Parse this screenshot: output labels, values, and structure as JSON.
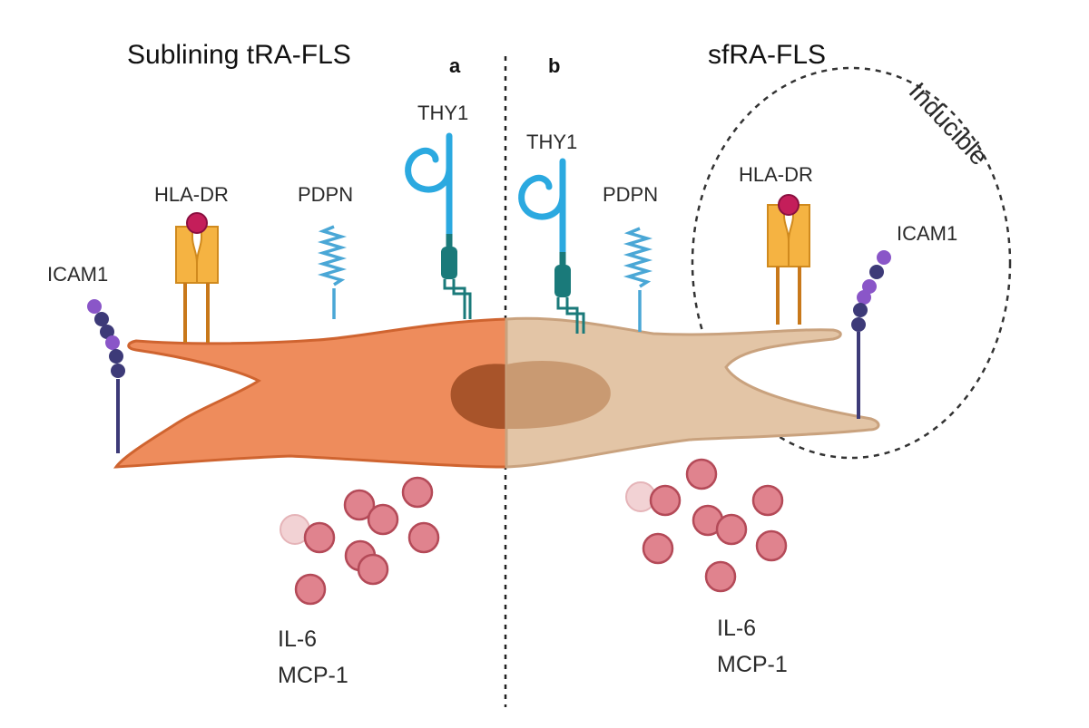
{
  "panel_a": {
    "title": "Sublining tRA-FLS",
    "letter": "a",
    "labels": {
      "icam1": "ICAM1",
      "hla_dr": "HLA-DR",
      "pdpn": "PDPN",
      "thy1": "THY1"
    },
    "cytokines": [
      "IL-6",
      "MCP-1"
    ]
  },
  "panel_b": {
    "title": "sfRA-FLS",
    "letter": "b",
    "labels": {
      "thy1": "THY1",
      "pdpn": "PDPN",
      "hla_dr": "HLA-DR",
      "icam1": "ICAM1"
    },
    "inducible_label": "Inducible",
    "cytokines": [
      "IL-6",
      "MCP-1"
    ]
  },
  "colors": {
    "cell_a": "#ee8c5c",
    "cell_a_outline": "#cf6430",
    "nucleus_a": "#a8542a",
    "cell_b": "#e3c5a6",
    "cell_b_outline": "#c9a27e",
    "nucleus_b": "#c99a72",
    "hla_dr": "#f5b342",
    "hla_dr_outline": "#d08a1e",
    "antigen": "#c41e5a",
    "pdpn": "#4aa7d6",
    "thy1_light": "#2ba9e0",
    "thy1_dark": "#1a7a7a",
    "icam1_purple": "#8a56c8",
    "icam1_navy": "#3d3a78",
    "cytokine": "#e0838e",
    "cytokine_outline": "#b44a58"
  }
}
